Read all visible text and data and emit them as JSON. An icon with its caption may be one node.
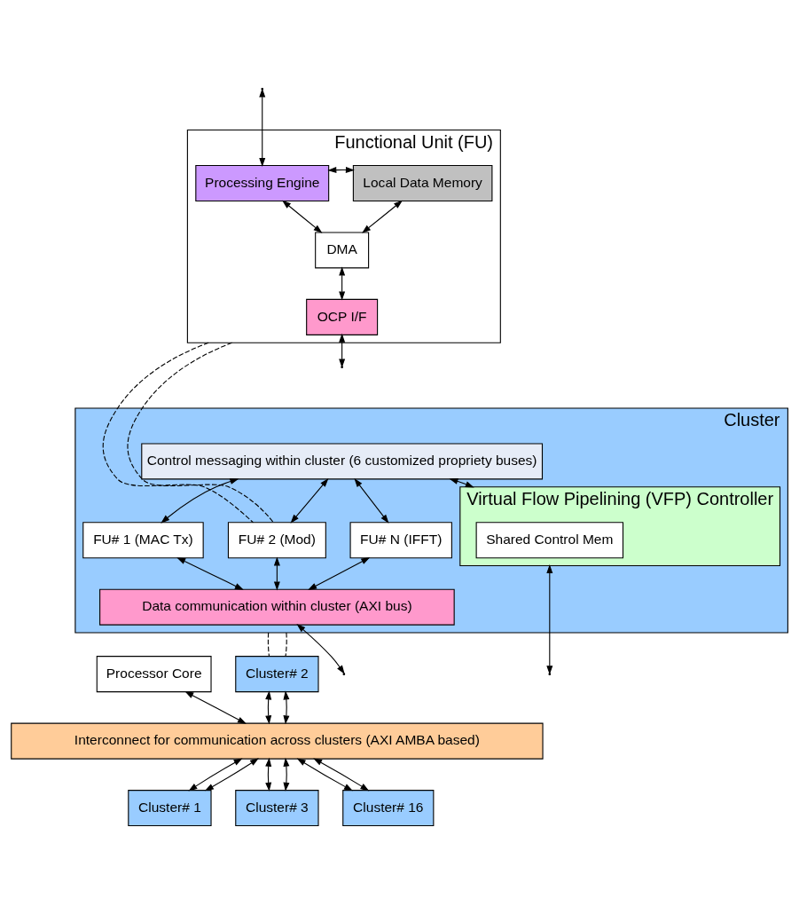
{
  "diagram": {
    "nodes": [
      {
        "text": [
          "Functional Unit (FU)"
        ]
      },
      {
        "text": [
          "Processing Engine"
        ],
        "in": 0
      },
      {
        "text": [
          "Local Data Memory"
        ],
        "in": 0
      },
      {
        "text": [
          "DMA"
        ],
        "in": 0
      },
      {
        "text": [
          "OCP I/F"
        ],
        "in": 0
      },
      {
        "text": [
          "Cluster"
        ]
      },
      {
        "text": [
          "Control messaging within cluster (6 customized propriety buses)"
        ],
        "in": 5
      },
      {
        "text": [
          "Virtual Flow Pipelining (VFP) Controller"
        ],
        "in": 5
      },
      {
        "text": [
          "Shared Control Mem"
        ],
        "in": 7
      },
      {
        "text": [
          "FU# 1 (MAC Tx)"
        ],
        "in": 5
      },
      {
        "text": [
          "FU# 2 (Mod)"
        ],
        "in": 5
      },
      {
        "text": [
          "FU# N (IFFT)"
        ],
        "in": 5
      },
      {
        "text": [
          "Data communication within cluster (AXI bus)"
        ],
        "in": 5
      },
      {
        "text": [
          "Cluster# 2"
        ]
      },
      {
        "text": [
          "Processor Core"
        ]
      },
      {
        "text": [
          "Interconnect for communication across clusters (AXI AMBA based)"
        ]
      },
      {
        "text": [
          "Cluster# 1"
        ]
      },
      {
        "text": [
          "Cluster# 3"
        ]
      },
      {
        "text": [
          "Cluster# 16"
        ]
      }
    ],
    "edges": [
      {
        "from": null,
        "to": 1,
        "arrow": "both"
      },
      {
        "from": 1,
        "to": 2,
        "arrow": "both"
      },
      {
        "from": 2,
        "to": 3,
        "arrow": "both"
      },
      {
        "from": 1,
        "to": 3,
        "arrow": "both"
      },
      {
        "from": 3,
        "to": 4,
        "arrow": "both"
      },
      {
        "from": 4,
        "to": null,
        "arrow": "both"
      },
      {
        "from": 0,
        "to": 10,
        "arrow": "none",
        "style": "dashed"
      },
      {
        "from": 0,
        "to": 10,
        "arrow": "none",
        "style": "dashed"
      },
      {
        "from": 6,
        "to": 7,
        "arrow": "both"
      },
      {
        "from": 6,
        "to": 9,
        "arrow": "both"
      },
      {
        "from": 6,
        "to": 10,
        "arrow": "both"
      },
      {
        "from": 6,
        "to": 11,
        "arrow": "both"
      },
      {
        "from": 9,
        "to": 12,
        "arrow": "both"
      },
      {
        "from": 10,
        "to": 12,
        "arrow": "both"
      },
      {
        "from": 11,
        "to": 12,
        "arrow": "both"
      },
      {
        "from": 12,
        "to": null,
        "arrow": "both"
      },
      {
        "from": 7,
        "to": null,
        "arrow": "both"
      },
      {
        "from": 5,
        "to": 13,
        "arrow": "none",
        "style": "dashed"
      },
      {
        "from": 5,
        "to": 13,
        "arrow": "none",
        "style": "dashed"
      },
      {
        "from": 13,
        "to": 15,
        "arrow": "both"
      },
      {
        "from": 13,
        "to": 15,
        "arrow": "both"
      },
      {
        "from": 14,
        "to": 15,
        "arrow": "both"
      },
      {
        "from": 15,
        "to": 16,
        "arrow": "both"
      },
      {
        "from": 15,
        "to": 16,
        "arrow": "both"
      },
      {
        "from": 15,
        "to": 17,
        "arrow": "both"
      },
      {
        "from": 15,
        "to": 17,
        "arrow": "both"
      },
      {
        "from": 15,
        "to": 18,
        "arrow": "both"
      },
      {
        "from": 15,
        "to": 18,
        "arrow": "both"
      }
    ]
  }
}
